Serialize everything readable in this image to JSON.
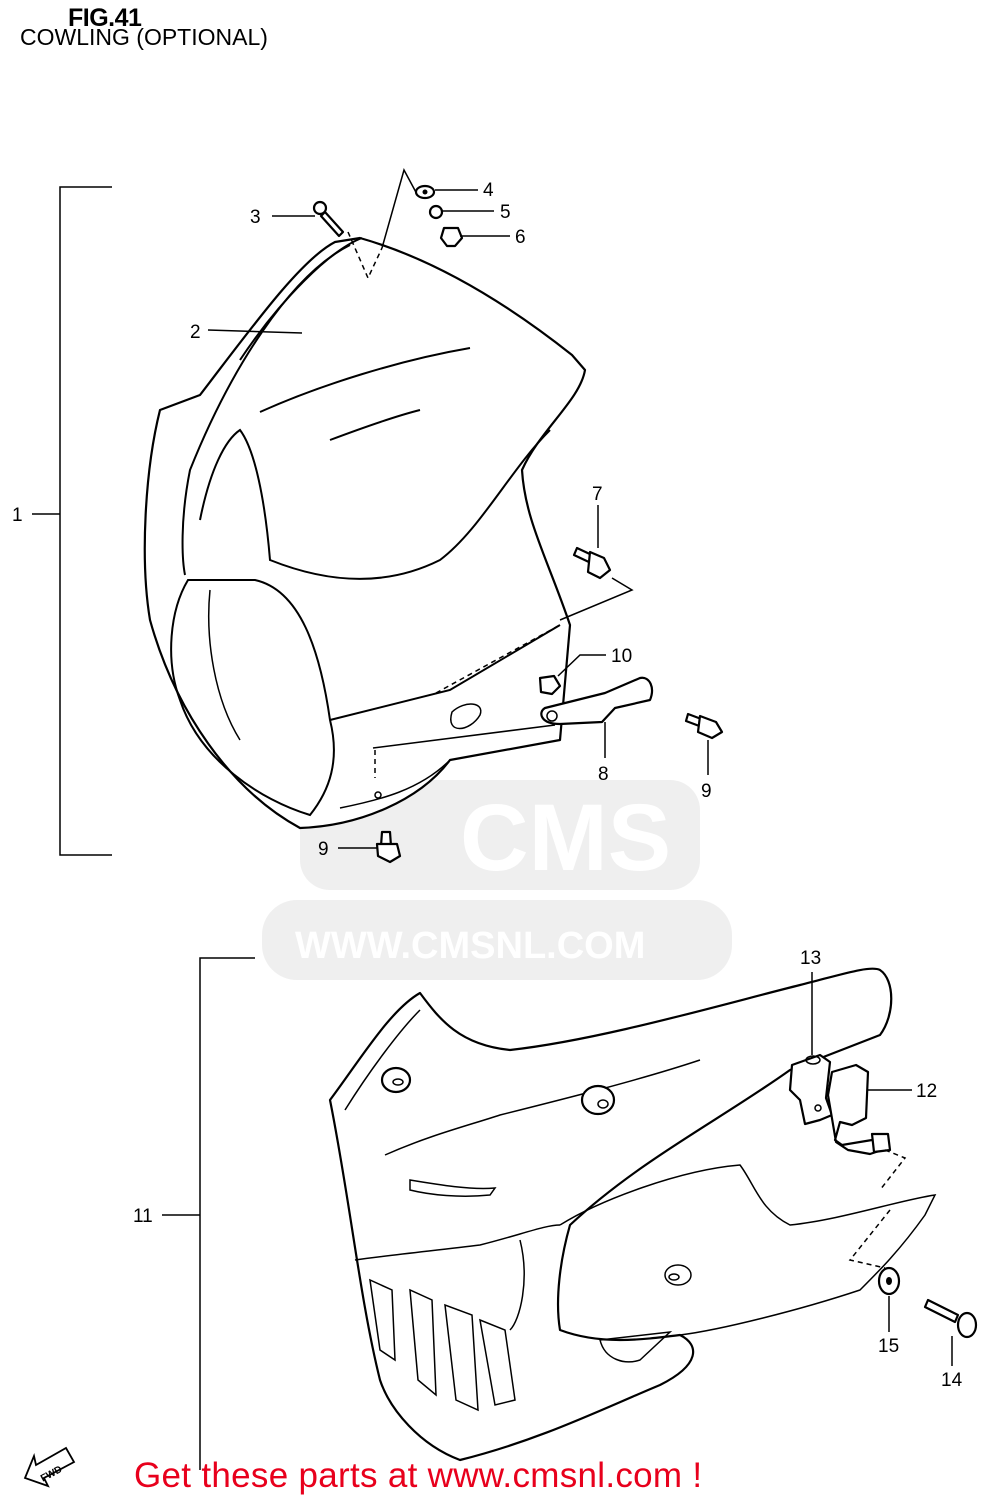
{
  "header": {
    "fig_label": "FIG.41",
    "subtitle": "COWLING (OPTIONAL)"
  },
  "watermark": {
    "brand": "CMS",
    "url": "WWW.CMSNL.COM"
  },
  "fwd_label": "FWD",
  "callouts": [
    "1",
    "2",
    "3",
    "4",
    "5",
    "6",
    "7",
    "8",
    "9",
    "9",
    "10",
    "11",
    "12",
    "13",
    "14",
    "15"
  ],
  "footer": {
    "text": "Get these parts at www.cmsnl.com !",
    "color": "#e8001c"
  }
}
